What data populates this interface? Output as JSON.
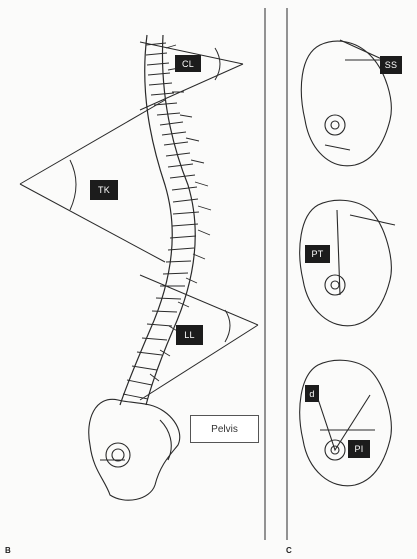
{
  "panels": {
    "left": {
      "letter": "B",
      "labels": {
        "cl": "CL",
        "tk": "TK",
        "ll": "LL",
        "pelvis": "Pelvis"
      }
    },
    "right": {
      "letter": "C",
      "labels": {
        "ss": "SS",
        "pt": "PT",
        "d": "d",
        "pi": "PI"
      }
    }
  },
  "colors": {
    "ink": "#2a2a2a",
    "label_bg": "#1c1c1c",
    "label_fg": "#ffffff",
    "paper": "#fbfbfa"
  }
}
